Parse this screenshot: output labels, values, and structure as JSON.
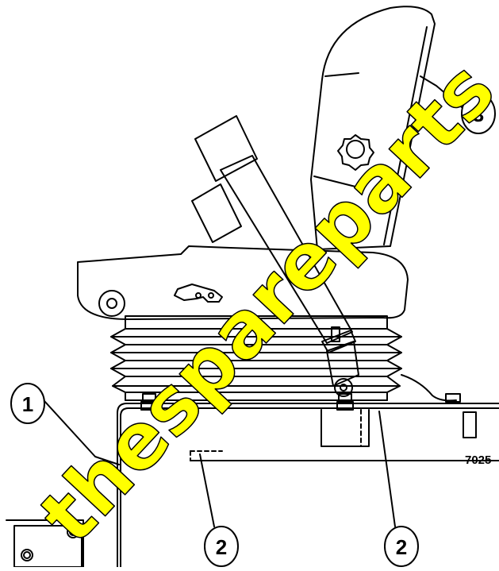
{
  "diagram": {
    "callouts": [
      {
        "id": "callout-1",
        "label": "1"
      },
      {
        "id": "callout-2a",
        "label": "2"
      },
      {
        "id": "callout-2b",
        "label": "2"
      },
      {
        "id": "callout-3",
        "label": "3"
      }
    ],
    "part_number": "7025",
    "watermark": "thespareparts"
  },
  "colors": {
    "line": "#000000",
    "background": "#ffffff",
    "watermark_fill": "#ffff00",
    "watermark_stroke": "#000000"
  }
}
